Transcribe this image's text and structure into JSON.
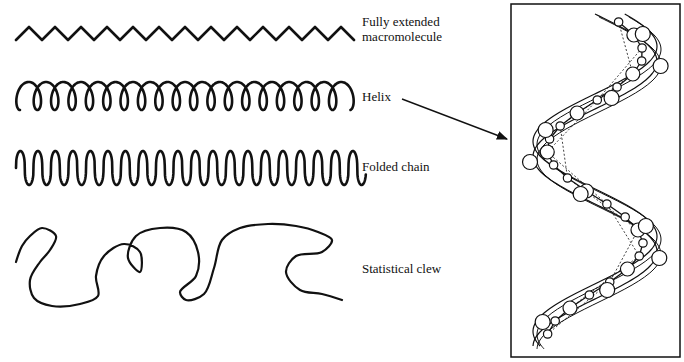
{
  "diagram": {
    "labels": [
      "Fully extended macromolecule",
      "Helix",
      "Folded chain",
      "Statistical clew"
    ]
  }
}
